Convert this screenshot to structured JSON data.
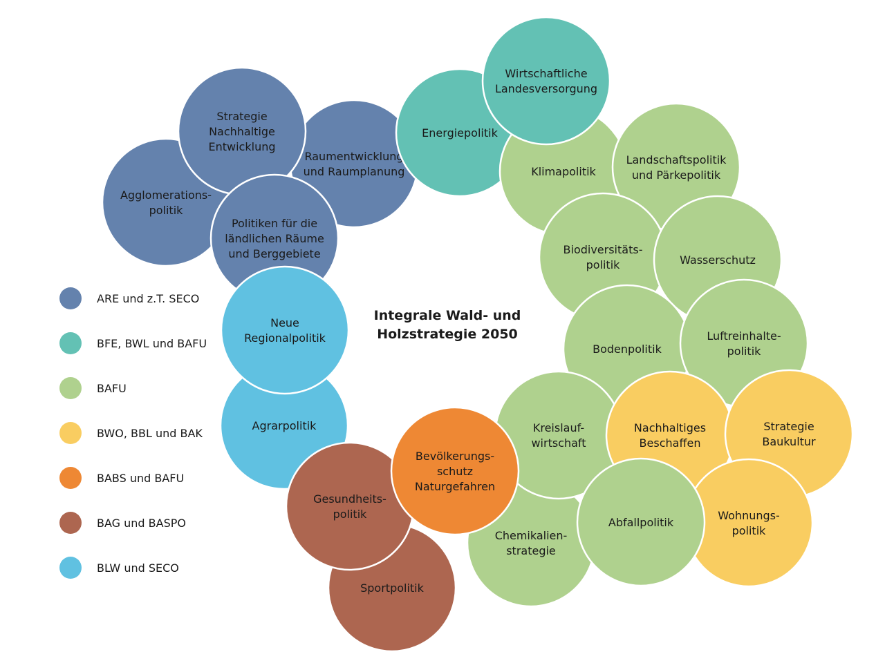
{
  "title": [
    "Integrale Wald- und",
    "Holzstrategie 2050"
  ],
  "groups": {
    "are": {
      "label": "ARE und z.T. SECO",
      "color": "#6482ad"
    },
    "bfe": {
      "label": "BFE, BWL und BAFU",
      "color": "#63c1b4"
    },
    "bafu": {
      "label": "BAFU",
      "color": "#afd18e"
    },
    "bwo": {
      "label": "BWO, BBL und BAK",
      "color": "#f9cd61"
    },
    "babs": {
      "label": "BABS und BAFU",
      "color": "#ee8834"
    },
    "bag": {
      "label": "BAG und BASPO",
      "color": "#ad6650"
    },
    "blw": {
      "label": "BLW und SECO",
      "color": "#60c1e1"
    }
  },
  "legend_order": [
    "are",
    "bfe",
    "bafu",
    "bwo",
    "babs",
    "bag",
    "blw"
  ],
  "bubbles": [
    {
      "id": "agglomeration",
      "group": "are",
      "lines": [
        "Agglomerations-",
        "politik"
      ]
    },
    {
      "id": "strategie-nachhaltig",
      "group": "are",
      "lines": [
        "Strategie",
        "Nachhaltige",
        "Entwicklung"
      ]
    },
    {
      "id": "raumentwicklung",
      "group": "are",
      "lines": [
        "Raumentwicklung",
        "und Raumplanung"
      ]
    },
    {
      "id": "laendliche-raeume",
      "group": "are",
      "lines": [
        "Politiken für die",
        "ländlichen Räume",
        "und Berggebiete"
      ]
    },
    {
      "id": "energiepolitik",
      "group": "bfe",
      "lines": [
        "Energiepolitik"
      ]
    },
    {
      "id": "landesversorgung",
      "group": "bfe",
      "lines": [
        "Wirtschaftliche",
        "Landesversorgung"
      ]
    },
    {
      "id": "klimapolitik",
      "group": "bafu",
      "lines": [
        "Klimapolitik"
      ]
    },
    {
      "id": "landschaftspolitik",
      "group": "bafu",
      "lines": [
        "Landschaftspolitik",
        "und Pärkepolitik"
      ]
    },
    {
      "id": "biodiversitaet",
      "group": "bafu",
      "lines": [
        "Biodiversitäts-",
        "politik"
      ]
    },
    {
      "id": "wasserschutz",
      "group": "bafu",
      "lines": [
        "Wasserschutz"
      ]
    },
    {
      "id": "bodenpolitik",
      "group": "bafu",
      "lines": [
        "Bodenpolitik"
      ]
    },
    {
      "id": "luftreinhalte",
      "group": "bafu",
      "lines": [
        "Luftreinhalte-",
        "politik"
      ]
    },
    {
      "id": "kreislauf",
      "group": "bafu",
      "lines": [
        "Kreislauf-",
        "wirtschaft"
      ]
    },
    {
      "id": "chemikalien",
      "group": "bafu",
      "lines": [
        "Chemikalien-",
        "strategie"
      ]
    },
    {
      "id": "abfallpolitik",
      "group": "bafu",
      "lines": [
        "Abfallpolitik"
      ]
    },
    {
      "id": "nachhaltiges-beschaffen",
      "group": "bwo",
      "lines": [
        "Nachhaltiges",
        "Beschaffen"
      ]
    },
    {
      "id": "baukultur",
      "group": "bwo",
      "lines": [
        "Strategie",
        "Baukultur"
      ]
    },
    {
      "id": "wohnungspolitik",
      "group": "bwo",
      "lines": [
        "Wohnungs-",
        "politik"
      ]
    },
    {
      "id": "bevoelkerungsschutz",
      "group": "babs",
      "lines": [
        "Bevölkerungs-",
        "schutz",
        "Naturgefahren"
      ]
    },
    {
      "id": "gesundheitspolitik",
      "group": "bag",
      "lines": [
        "Gesundheits-",
        "politik"
      ]
    },
    {
      "id": "sportpolitik",
      "group": "bag",
      "lines": [
        "Sportpolitik"
      ]
    },
    {
      "id": "agrarpolitik",
      "group": "blw",
      "lines": [
        "Agrarpolitik"
      ]
    },
    {
      "id": "regionalpolitik",
      "group": "blw",
      "lines": [
        "Neue",
        "Regionalpolitik"
      ]
    }
  ]
}
